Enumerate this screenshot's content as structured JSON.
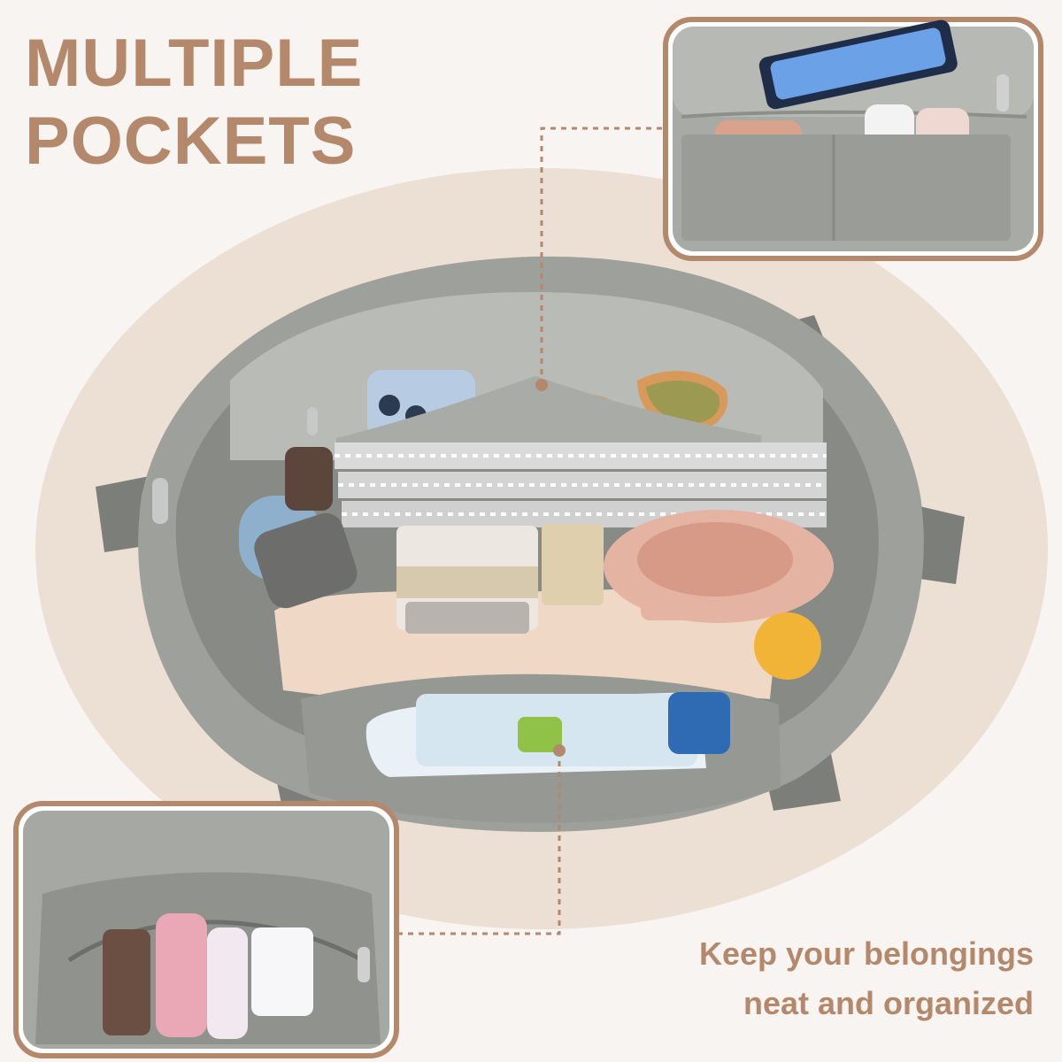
{
  "headline": {
    "line1": "MULTIPLE",
    "line2": "POCKETS"
  },
  "tagline": {
    "line1": "Keep your belongings",
    "line2": "neat and organized"
  },
  "colors": {
    "background": "#f7f4f1",
    "oval": "#ecdfd4",
    "accent_brown": "#b3886b",
    "bag_gray": "#9ea19b",
    "bag_dark": "#6f736d",
    "callout_line": "#b3886b"
  },
  "icons": {
    "callout_dot": "circle",
    "zipper_pull": "zipper-icon"
  }
}
